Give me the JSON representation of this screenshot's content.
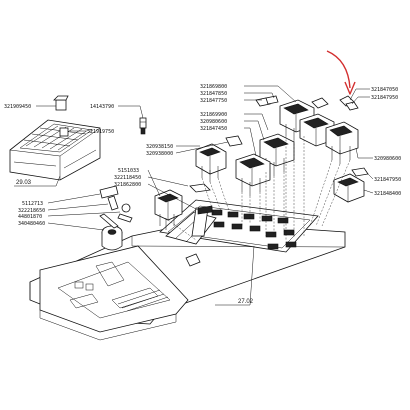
{
  "labels": {
    "l321847050": "321847050",
    "l321847950a": "321847950",
    "l321869800": "321869800",
    "l321847850": "321847850",
    "l321847750": "321847750",
    "l321909450": "321909450",
    "l14143790": "14143790",
    "l321919750": "321919750",
    "l321869900": "321869900",
    "l320980600a": "320980600",
    "l321847450": "321847450",
    "l320938150": "320938150",
    "l320938000": "320938000",
    "l320980600b": "320980600",
    "l5151033": "5151033",
    "l322118450": "322118450",
    "l321862800": "321862800",
    "l321847950b": "321847950",
    "l321848400": "321848400",
    "l5112713": "5112713",
    "l322218650": "322218650",
    "l44801870": "44801870",
    "l340480460": "340480460",
    "r2903": "29.03",
    "r2702": "27.02"
  },
  "colors": {
    "line": "#111111",
    "arrow": "#d32f2f",
    "background": "#ffffff"
  }
}
